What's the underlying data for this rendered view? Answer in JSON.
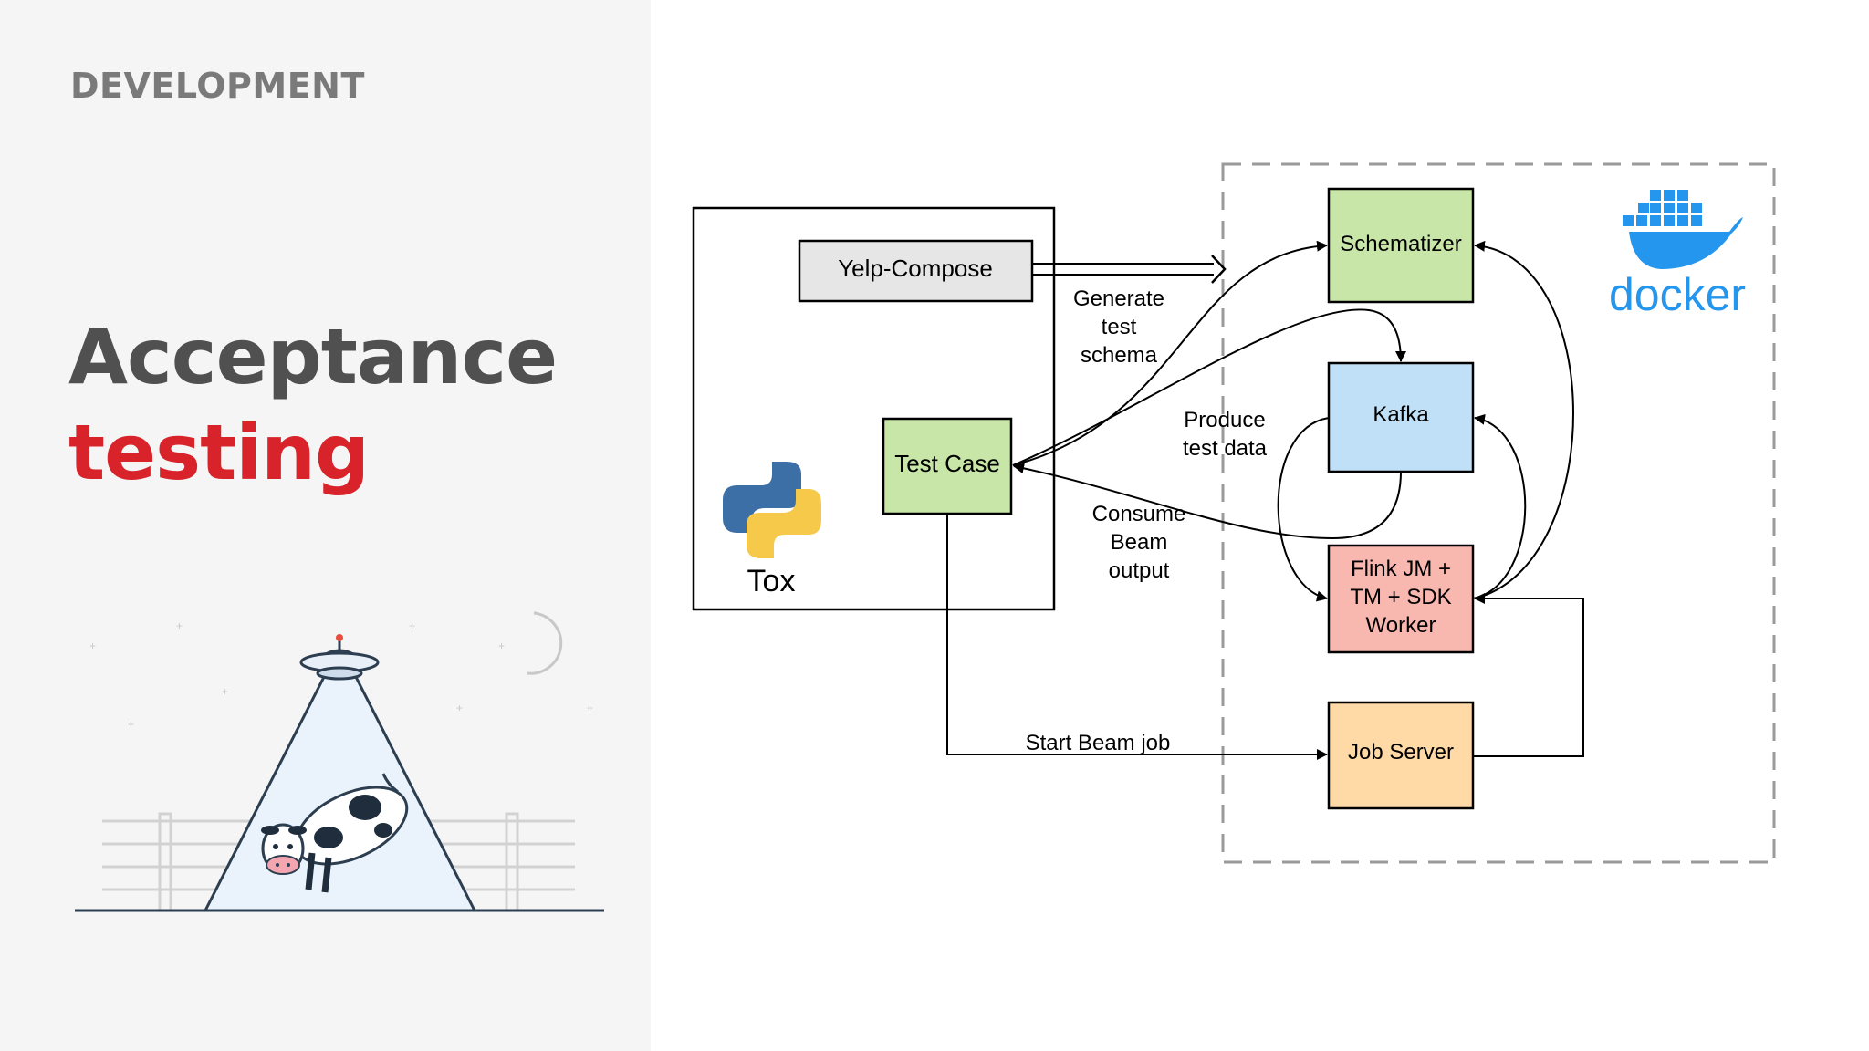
{
  "slide": {
    "section": "DEVELOPMENT",
    "title_line1": "Acceptance",
    "title_line2": "testing"
  },
  "colors": {
    "title_dark": "#505050",
    "title_accent": "#d8232a",
    "schematizer_fill": "#c8e6a8",
    "kafka_fill": "#bfe0f6",
    "flink_fill": "#f8b8b0",
    "job_server_fill": "#ffd9a6",
    "test_case_fill": "#c8e6a8",
    "yelp_compose_fill": "#e6e6e6",
    "docker_blue": "#2496ed"
  },
  "diagram": {
    "tox_label": "Tox",
    "yelp_compose": "Yelp-Compose",
    "test_case": "Test Case",
    "schematizer": "Schematizer",
    "kafka": "Kafka",
    "flink": [
      "Flink JM +",
      "TM + SDK",
      "Worker"
    ],
    "job_server": "Job Server",
    "docker_label": "docker",
    "edge_generate_schema": [
      "Generate",
      "test",
      "schema"
    ],
    "edge_produce_data": [
      "Produce",
      "test data"
    ],
    "edge_consume_output": [
      "Consume",
      "Beam",
      "output"
    ],
    "edge_start_job": "Start Beam job"
  },
  "icons": {
    "python": "python-logo-icon",
    "docker": "docker-whale-icon",
    "ufo": "ufo-icon",
    "cow": "cow-icon",
    "moon": "moon-icon"
  }
}
